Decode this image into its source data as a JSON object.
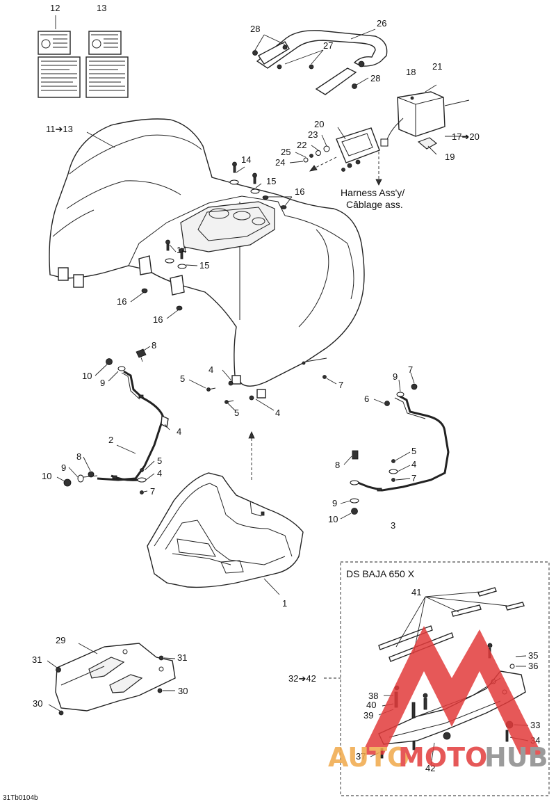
{
  "diagram_code": "31Tb0104b",
  "kit_box": {
    "title": "DS BAJA 650 X",
    "range_label": "32➔42"
  },
  "harness_note": {
    "line1": "Harness Ass'y/",
    "line2": "Câblage ass."
  },
  "watermark": {
    "part1": "AUTO",
    "part2": "MOTO",
    "part3": "HUB",
    "color_orange": "#f0a94a",
    "color_red": "#e23b3b",
    "color_gray": "#8a8a8a"
  },
  "decals": {
    "left_label": "12",
    "right_label": "13"
  },
  "callouts": {
    "fender": "11➔13",
    "rear_rack": "26",
    "taillight_range": "17➔20",
    "front_fender": "1",
    "right_brace": "3",
    "left_brace": "2",
    "skid_plate": "29",
    "n4": "4",
    "n5": "5",
    "n6": "6",
    "n7": "7",
    "n8": "8",
    "n9": "9",
    "n10": "10",
    "n14": "14",
    "n15": "15",
    "n16": "16",
    "n18": "18",
    "n19": "19",
    "n20": "20",
    "n21": "21",
    "n22": "22",
    "n23": "23",
    "n24": "24",
    "n25": "25",
    "n27": "27",
    "n28": "28",
    "n30": "30",
    "n31": "31",
    "n33": "33",
    "n34": "34",
    "n35": "35",
    "n36": "36",
    "n37": "37",
    "n38": "38",
    "n39": "39",
    "n40": "40",
    "n41": "41",
    "n42": "42"
  }
}
